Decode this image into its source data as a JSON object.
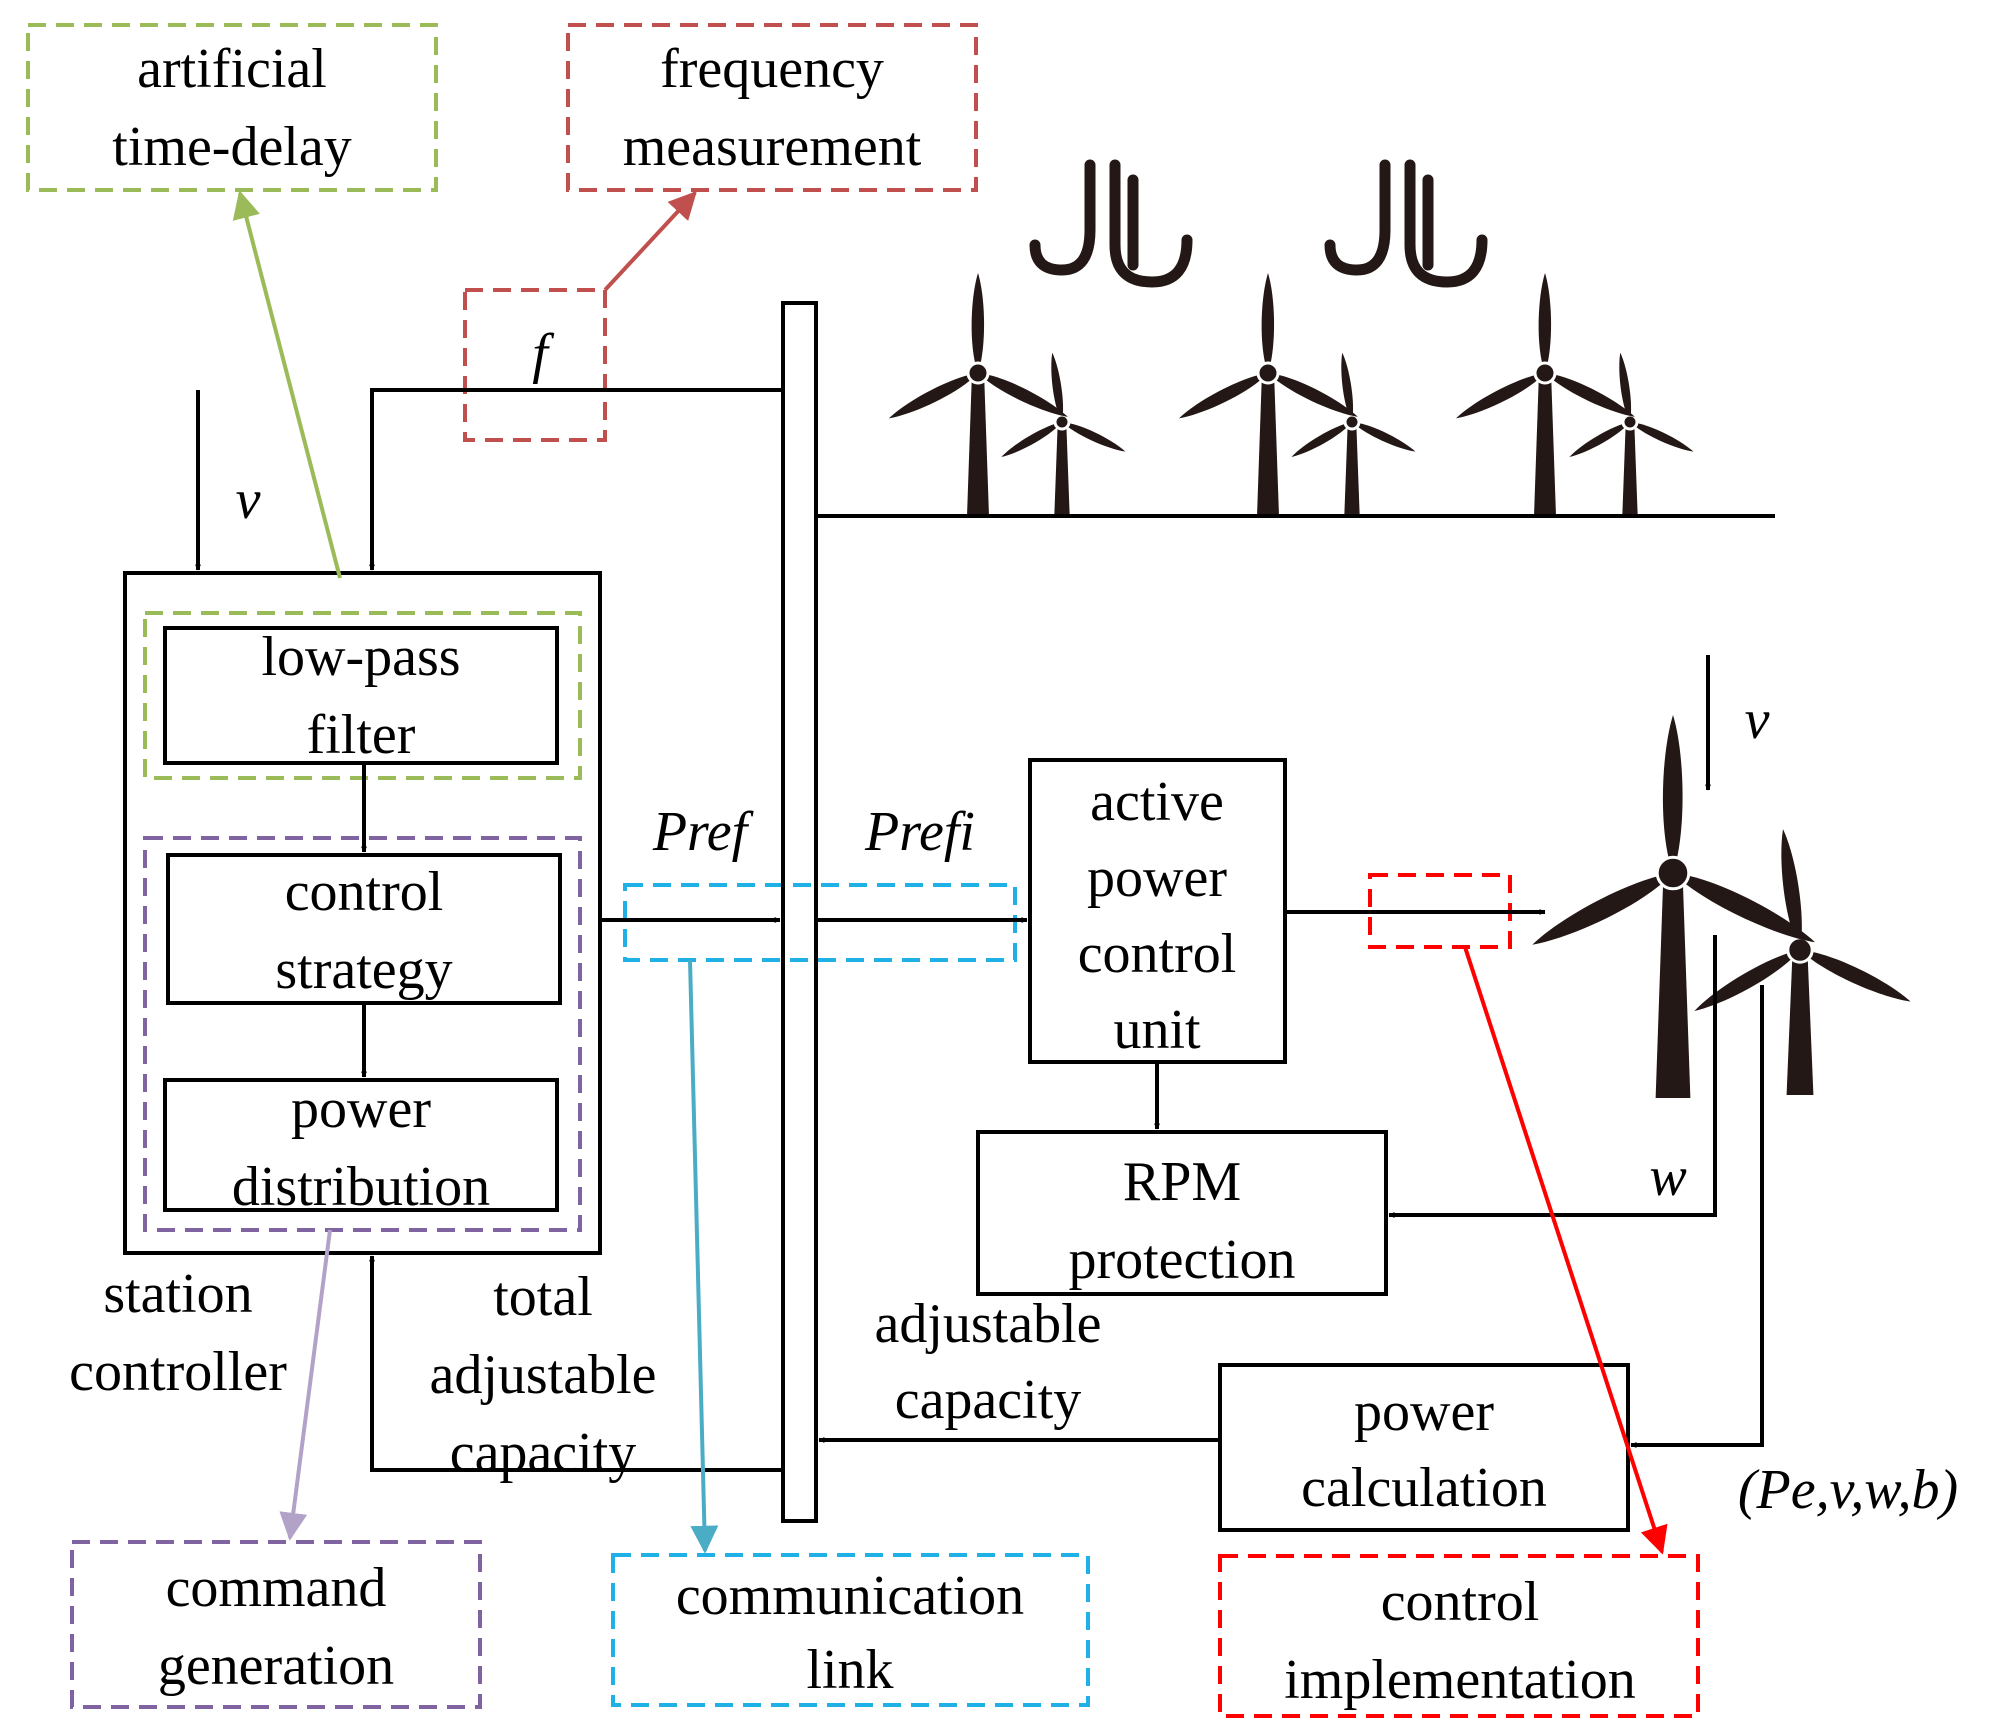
{
  "colors": {
    "green": "#9bbb59",
    "brown_red": "#c0504d",
    "purple": "#8064a2",
    "lavender": "#b3a2c7",
    "cyan": "#1fb0e6",
    "teal": "#4bacc6",
    "red": "#ff0000",
    "ink": "#231815"
  },
  "callouts": {
    "artificial_time_delay": [
      "artificial",
      "time-delay"
    ],
    "frequency_measurement": [
      "frequency",
      "measurement"
    ],
    "command_generation": [
      "command",
      "generation"
    ],
    "communication_link": [
      "communication",
      "link"
    ],
    "control_implementation": [
      "control",
      "implementation"
    ]
  },
  "blocks": {
    "low_pass_filter": [
      "low-pass",
      "filter"
    ],
    "control_strategy": [
      "control",
      "strategy"
    ],
    "power_distribution": [
      "power",
      "distribution"
    ],
    "active_power_control_unit": [
      "active",
      "power",
      "control",
      "unit"
    ],
    "rpm_protection": [
      "RPM",
      "protection"
    ],
    "power_calculation": [
      "power",
      "calculation"
    ]
  },
  "labels": {
    "station_controller": [
      "station",
      "controller"
    ],
    "total_adjustable_capacity": [
      "total",
      "adjustable",
      "capacity"
    ],
    "adjustable_capacity": [
      "adjustable",
      "capacity"
    ]
  },
  "signals": {
    "f": "f",
    "v_station": "v",
    "v_turbine": "v",
    "pref": "Pref",
    "prefi": "Prefi",
    "w": "w",
    "feedback": "(Pe,v,w,b)"
  },
  "icons": {
    "wind_turbine": "wind-turbine-icon",
    "wind_swirl": "wind-swirl-icon"
  }
}
